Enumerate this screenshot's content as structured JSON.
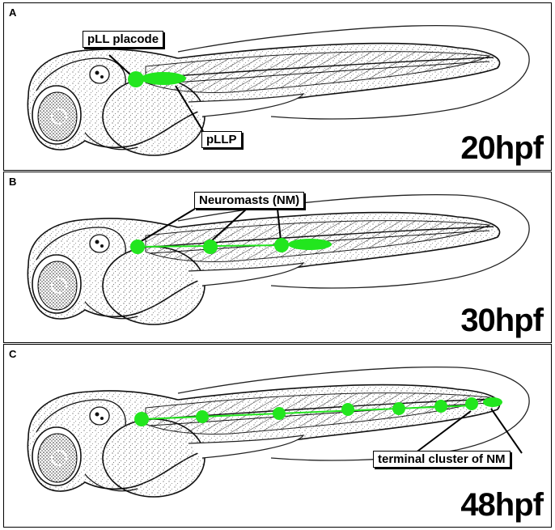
{
  "panels": [
    {
      "letter": "A",
      "stage": "20hpf",
      "labels": {
        "placode": "pLL placode",
        "primordium": "pLLP"
      }
    },
    {
      "letter": "B",
      "stage": "30hpf",
      "labels": {
        "neuromasts": "Neuromasts (NM)"
      }
    },
    {
      "letter": "C",
      "stage": "48hpf",
      "labels": {
        "terminal": "terminal cluster of NM"
      }
    }
  ],
  "colors": {
    "marker": "#22e61e",
    "outline": "#000000",
    "label_border": "#000000",
    "background": "#ffffff"
  }
}
